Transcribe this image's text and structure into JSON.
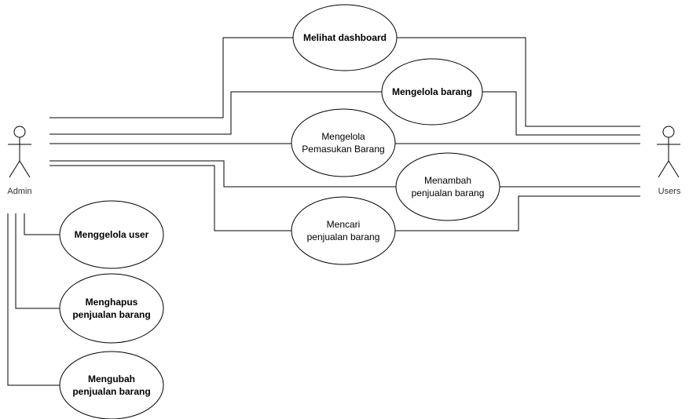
{
  "actors": {
    "admin": {
      "label": "Admin"
    },
    "users": {
      "label": "Users"
    }
  },
  "use_cases": {
    "melihat_dashboard": {
      "lines": [
        "Melihat dashboard"
      ]
    },
    "mengelola_barang": {
      "lines": [
        "Mengelola barang"
      ]
    },
    "mengelola_pemasukan": {
      "lines": [
        "Mengelola",
        "Pemasukan Barang"
      ]
    },
    "menambah_penjualan": {
      "lines": [
        "Menambah",
        "penjualan barang"
      ]
    },
    "mencari_penjualan": {
      "lines": [
        "Mencari",
        "penjualan barang"
      ]
    },
    "menggelola_user": {
      "lines": [
        "Menggelola user"
      ]
    },
    "menghapus_penjualan": {
      "lines": [
        "Menghapus",
        "penjualan barang"
      ]
    },
    "mengubah_penjualan": {
      "lines": [
        "Mengubah",
        "penjualan barang"
      ]
    }
  },
  "colors": {
    "stroke": "#000000",
    "background": "#ffffff",
    "actor_label": "#333333"
  }
}
